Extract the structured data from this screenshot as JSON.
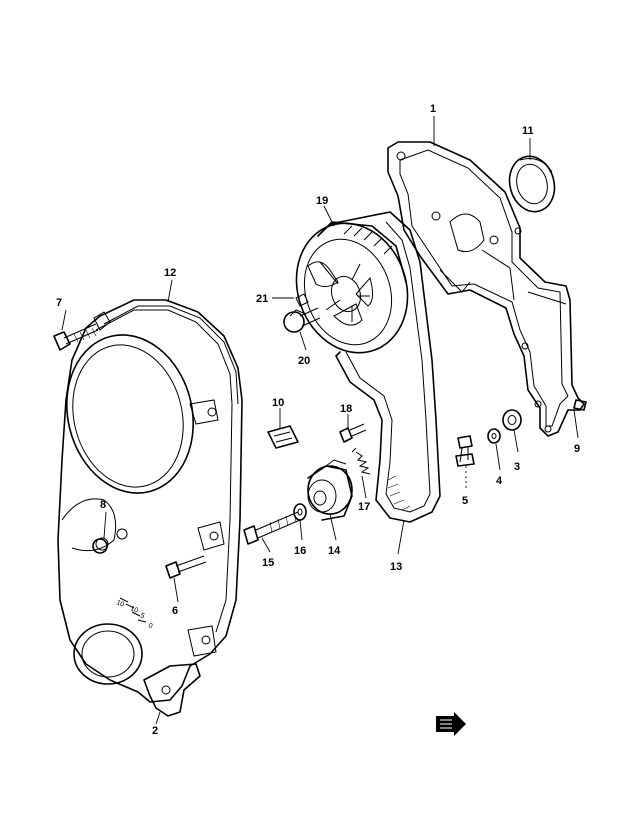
{
  "diagram": {
    "type": "exploded-parts-diagram",
    "callouts": [
      {
        "id": "c1",
        "label": "1"
      },
      {
        "id": "c2",
        "label": "2"
      },
      {
        "id": "c3",
        "label": "3"
      },
      {
        "id": "c4",
        "label": "4"
      },
      {
        "id": "c5",
        "label": "5"
      },
      {
        "id": "c6",
        "label": "6"
      },
      {
        "id": "c7",
        "label": "7"
      },
      {
        "id": "c8",
        "label": "8"
      },
      {
        "id": "c9",
        "label": "9"
      },
      {
        "id": "c10",
        "label": "10"
      },
      {
        "id": "c11",
        "label": "11"
      },
      {
        "id": "c12",
        "label": "12"
      },
      {
        "id": "c13",
        "label": "13"
      },
      {
        "id": "c14",
        "label": "14"
      },
      {
        "id": "c15",
        "label": "15"
      },
      {
        "id": "c16",
        "label": "16"
      },
      {
        "id": "c17",
        "label": "17"
      },
      {
        "id": "c18",
        "label": "18"
      },
      {
        "id": "c19",
        "label": "19"
      },
      {
        "id": "c20",
        "label": "20"
      },
      {
        "id": "c21",
        "label": "21"
      }
    ],
    "cover_marks": [
      "10",
      "10",
      "5",
      "0"
    ]
  }
}
